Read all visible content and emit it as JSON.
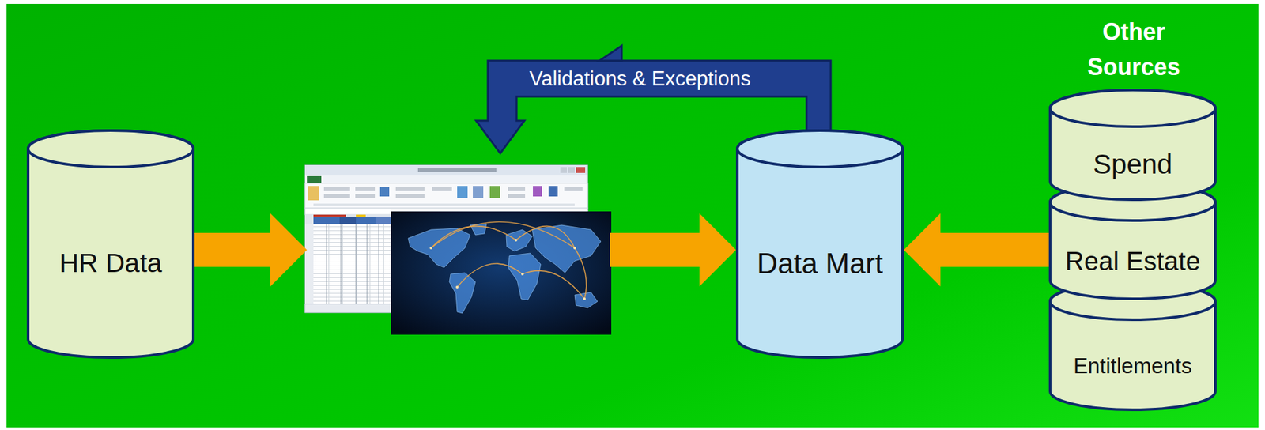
{
  "diagram": {
    "nodes": [
      {
        "text": [
          "HR Data"
        ]
      },
      {
        "text": [
          "Data Mart"
        ]
      },
      {
        "text": [
          "Spend"
        ]
      },
      {
        "text": [
          "Real Estate"
        ]
      },
      {
        "text": [
          "Entitlements"
        ]
      }
    ],
    "edges": [
      {
        "from": 0,
        "to": 1,
        "arrow": "to"
      },
      {
        "from": 3,
        "to": 1,
        "arrow": "to"
      }
    ],
    "labels": [
      "Validations & Exceptions",
      "Other Sources"
    ]
  }
}
